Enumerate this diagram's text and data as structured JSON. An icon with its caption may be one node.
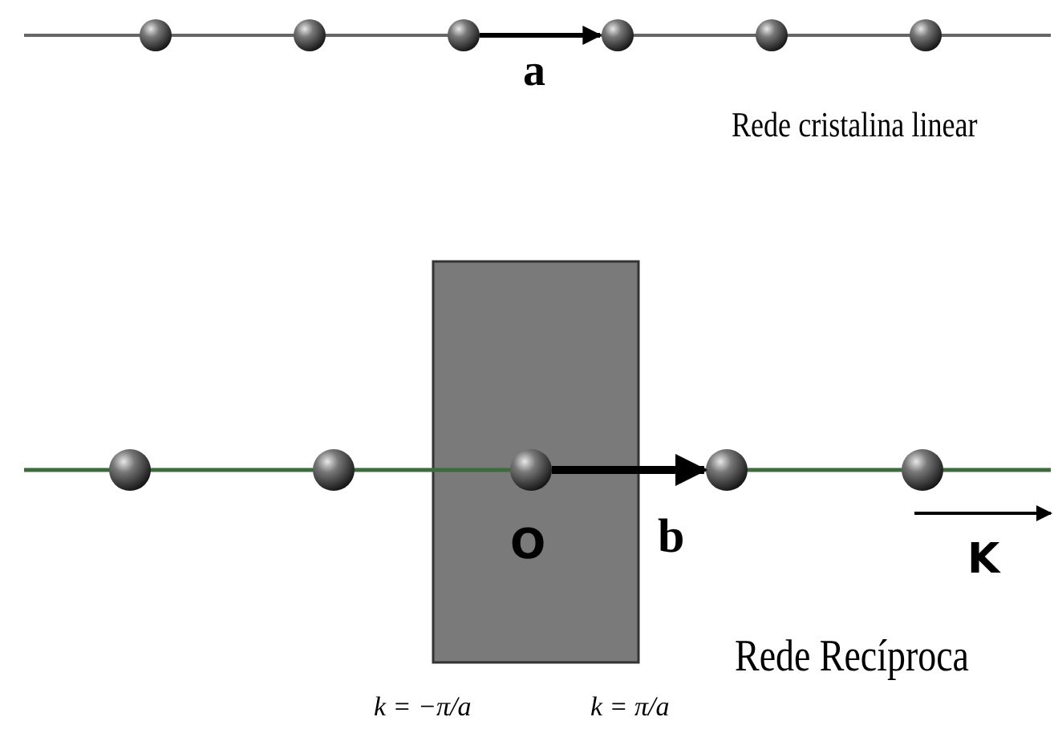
{
  "diagram": {
    "labels": [
      "a",
      "Rede cristalina linear",
      "O",
      "b",
      "K",
      "Rede Recíproca",
      "k = −π/a",
      "k = π/a"
    ]
  }
}
